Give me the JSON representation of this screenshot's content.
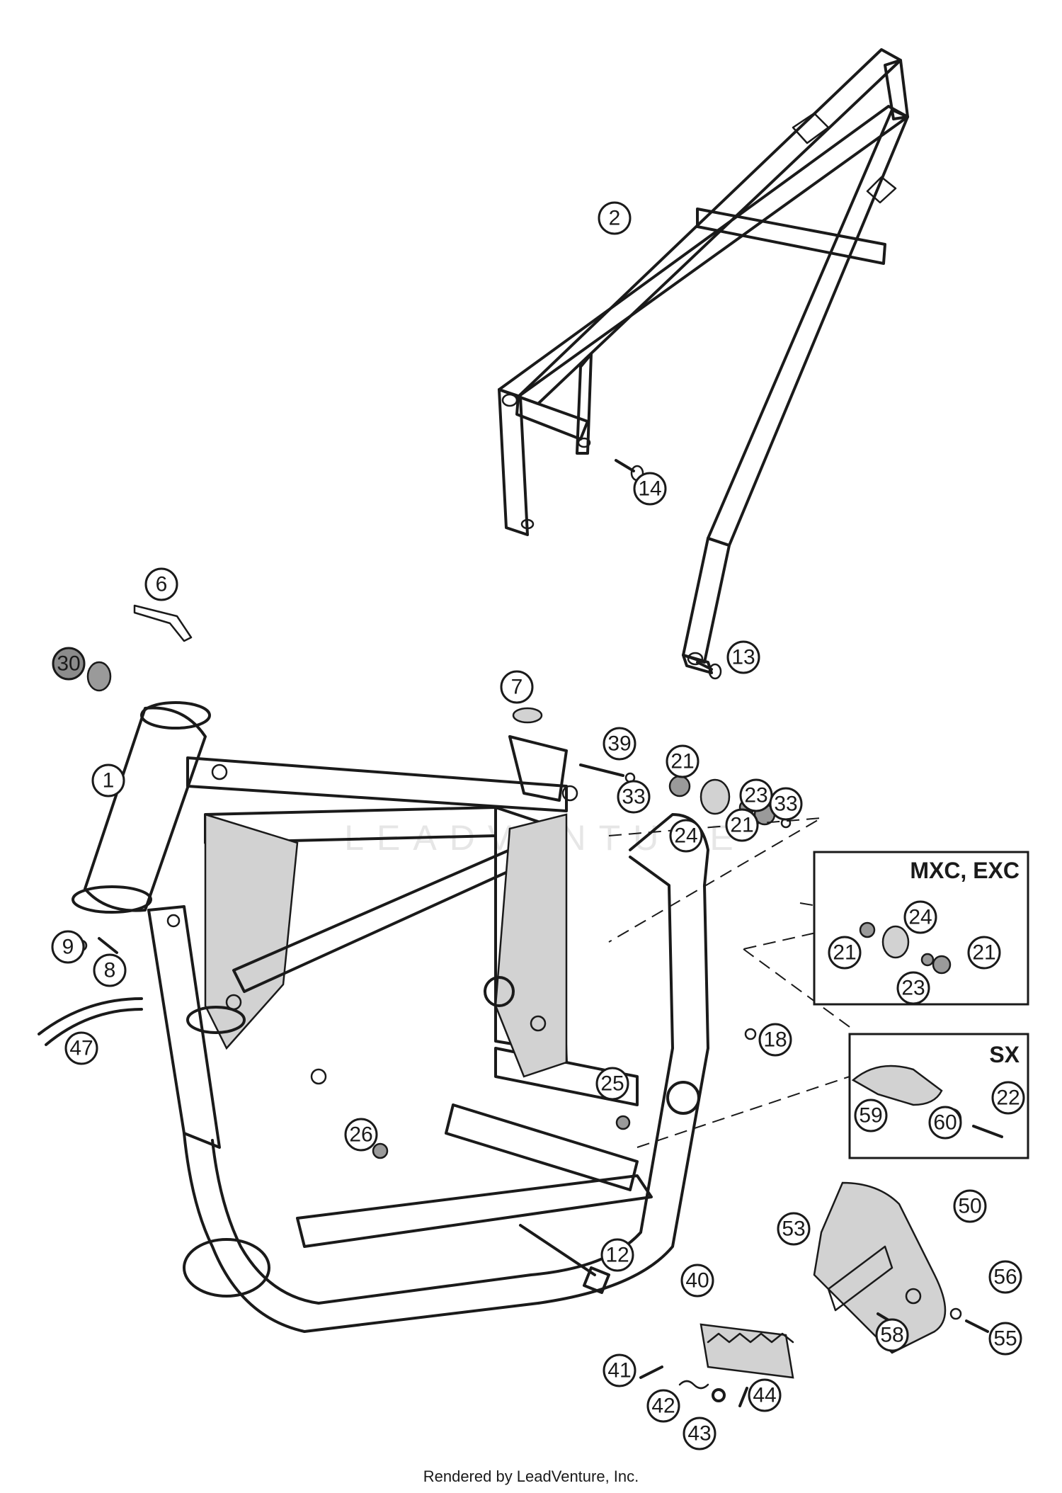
{
  "watermark": "LEADVENTURE",
  "footer": "Rendered by LeadVenture, Inc.",
  "insets": [
    {
      "id": "inset-mxc-exc",
      "label": "MXC, EXC"
    },
    {
      "id": "inset-sx",
      "label": "SX"
    }
  ],
  "callouts": [
    {
      "label": "1"
    },
    {
      "label": "2"
    },
    {
      "label": "6"
    },
    {
      "label": "7"
    },
    {
      "label": "8"
    },
    {
      "label": "9"
    },
    {
      "label": "12"
    },
    {
      "label": "13"
    },
    {
      "label": "14"
    },
    {
      "label": "18"
    },
    {
      "label": "21"
    },
    {
      "label": "21"
    },
    {
      "label": "21"
    },
    {
      "label": "21"
    },
    {
      "label": "22"
    },
    {
      "label": "23"
    },
    {
      "label": "23"
    },
    {
      "label": "24"
    },
    {
      "label": "24"
    },
    {
      "label": "25"
    },
    {
      "label": "26"
    },
    {
      "label": "30"
    },
    {
      "label": "33"
    },
    {
      "label": "33"
    },
    {
      "label": "39"
    },
    {
      "label": "40"
    },
    {
      "label": "41"
    },
    {
      "label": "42"
    },
    {
      "label": "43"
    },
    {
      "label": "44"
    },
    {
      "label": "47"
    },
    {
      "label": "50"
    },
    {
      "label": "53"
    },
    {
      "label": "55"
    },
    {
      "label": "56"
    },
    {
      "label": "58"
    },
    {
      "label": "59"
    },
    {
      "label": "60"
    }
  ]
}
